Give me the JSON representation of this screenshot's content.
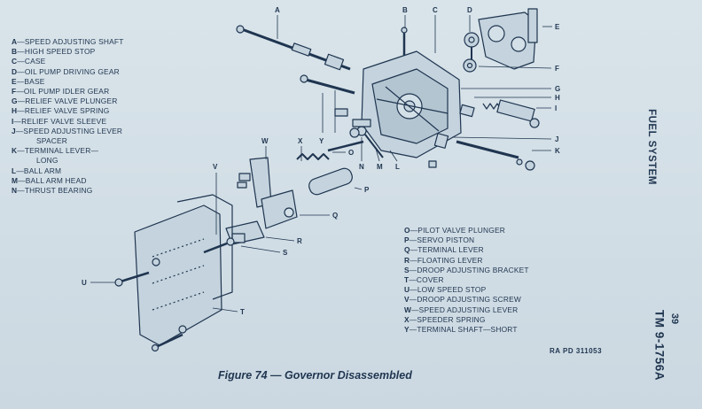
{
  "figure": {
    "caption": "Figure 74 — Governor Disassembled",
    "reference": "RA PD 311053"
  },
  "side_margin": {
    "section": "FUEL SYSTEM",
    "manual": "TM 9-1756A",
    "page_number": "39"
  },
  "legend_left": [
    {
      "key": "A",
      "text": "—SPEED ADJUSTING SHAFT"
    },
    {
      "key": "B",
      "text": "—HIGH SPEED STOP"
    },
    {
      "key": "C",
      "text": "—CASE"
    },
    {
      "key": "D",
      "text": "—OIL PUMP DRIVING GEAR"
    },
    {
      "key": "E",
      "text": "—BASE"
    },
    {
      "key": "F",
      "text": "—OIL PUMP IDLER GEAR"
    },
    {
      "key": "G",
      "text": "—RELIEF VALVE PLUNGER"
    },
    {
      "key": "H",
      "text": "—RELIEF VALVE SPRING"
    },
    {
      "key": "I",
      "text": "—RELIEF VALVE SLEEVE"
    },
    {
      "key": "J",
      "text": "—SPEED ADJUSTING LEVER",
      "cont": "SPACER"
    },
    {
      "key": "K",
      "text": "—TERMINAL LEVER—",
      "cont": "LONG"
    },
    {
      "key": "L",
      "text": "—BALL ARM"
    },
    {
      "key": "M",
      "text": "—BALL ARM HEAD"
    },
    {
      "key": "N",
      "text": "—THRUST BEARING"
    }
  ],
  "legend_right": [
    {
      "key": "O",
      "text": "—PILOT VALVE PLUNGER"
    },
    {
      "key": "P",
      "text": "—SERVO PISTON"
    },
    {
      "key": "Q",
      "text": "—TERMINAL LEVER"
    },
    {
      "key": "R",
      "text": "—FLOATING LEVER"
    },
    {
      "key": "S",
      "text": "—DROOP ADJUSTING BRACKET"
    },
    {
      "key": "T",
      "text": "—COVER"
    },
    {
      "key": "U",
      "text": "—LOW SPEED STOP"
    },
    {
      "key": "V",
      "text": "—DROOP ADJUSTING SCREW"
    },
    {
      "key": "W",
      "text": "—SPEED ADJUSTING LEVER"
    },
    {
      "key": "X",
      "text": "—SPEEDER SPRING"
    },
    {
      "key": "Y",
      "text": "—TERMINAL SHAFT—SHORT"
    }
  ],
  "callouts": [
    "A",
    "B",
    "C",
    "D",
    "E",
    "F",
    "G",
    "H",
    "I",
    "J",
    "K",
    "L",
    "M",
    "N",
    "O",
    "P",
    "Q",
    "R",
    "S",
    "T",
    "U",
    "V",
    "W",
    "X",
    "Y"
  ],
  "colors": {
    "paper": "#d4e0e7",
    "ink": "#1f3550",
    "part_fill": "#c4d3dd"
  }
}
